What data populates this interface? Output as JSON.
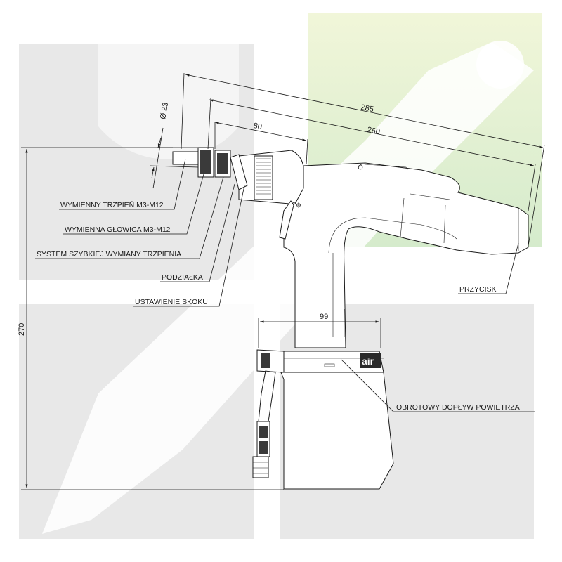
{
  "drawing": {
    "dimensions": {
      "d_overall": "285",
      "d_body": "260",
      "d_head": "80",
      "d_diameter": "Ø 23",
      "d_height": "270",
      "d_base": "99"
    },
    "callouts": {
      "mandrel": "WYMIENNY TRZPIEŃ M3-M12",
      "head": "WYMIENNA GŁOWICA M3-M12",
      "quick_change": "SYSTEM SZYBKIEJ WYMIANY TRZPIENIA",
      "scale": "PODZIAŁKA",
      "stroke": "USTAWIENIE SKOKU",
      "button": "PRZYCISK",
      "air_supply": "OBROTOWY DOPŁYW POWIETRZA"
    },
    "brand_mark": "air",
    "colors": {
      "watermark_gray": "#e6e6e6",
      "watermark_green": "#dcefcf",
      "line": "#1a1a1a"
    }
  }
}
